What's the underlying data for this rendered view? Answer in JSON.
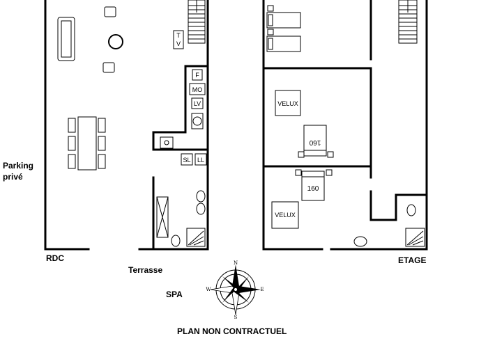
{
  "labels": {
    "parking": [
      "Parking",
      "privé"
    ],
    "rdc": "RDC",
    "etage": "ETAGE",
    "terrasse": "Terrasse",
    "spa": "SPA",
    "disclaimer": "PLAN NON CONTRACTUEL"
  },
  "appliances": {
    "tv": [
      "T",
      "V"
    ],
    "fridge": "F",
    "microwave": "MO",
    "dishwasher": "LV",
    "dryer": "SL",
    "washer": "LL"
  },
  "upstairs": {
    "velux_1": "VELUX",
    "velux_2": "VELUX",
    "bed_1": "160",
    "bed_2": "160"
  },
  "compass": {
    "north": "N",
    "south": "S",
    "east": "E",
    "west": "W"
  }
}
